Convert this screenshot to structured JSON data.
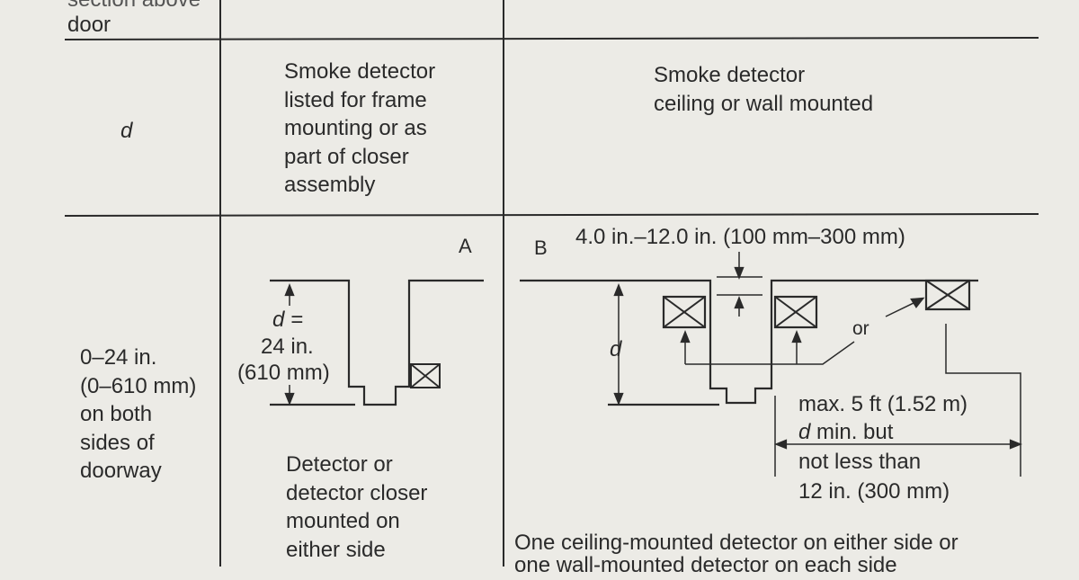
{
  "table": {
    "row0": {
      "col1_text_top": "section above",
      "col1_text": "door"
    },
    "header": {
      "col1": "d",
      "col2": "Smoke detector\nlisted for frame\nmounting or as\npart of closer\nassembly",
      "col3": "Smoke detector\nceiling or wall mounted"
    },
    "row1": {
      "col1": "0–24 in.\n(0–610 mm)\non both\nsides of\ndoorway",
      "col2": {
        "figure_label": "A",
        "dim_line1": "d =",
        "dim_line2": "24 in.",
        "dim_line3": "(610 mm)",
        "caption": "Detector or\ndetector closer\nmounted on\neither side"
      },
      "col3": {
        "figure_label": "B",
        "range_text": "4.0 in.–12.0 in. (100 mm–300 mm)",
        "d_label": "d",
        "or_label": "or",
        "max_note_line1": "max. 5 ft (1.52 m)",
        "max_note_line2_var": "d",
        "max_note_line2_rest": " min. but",
        "max_note_line3": "not less than",
        "max_note_line4": "12 in. (300 mm)",
        "caption_line1": "One ceiling-mounted detector on either side or",
        "caption_line2": "one wall-mounted detector on each side"
      }
    }
  }
}
